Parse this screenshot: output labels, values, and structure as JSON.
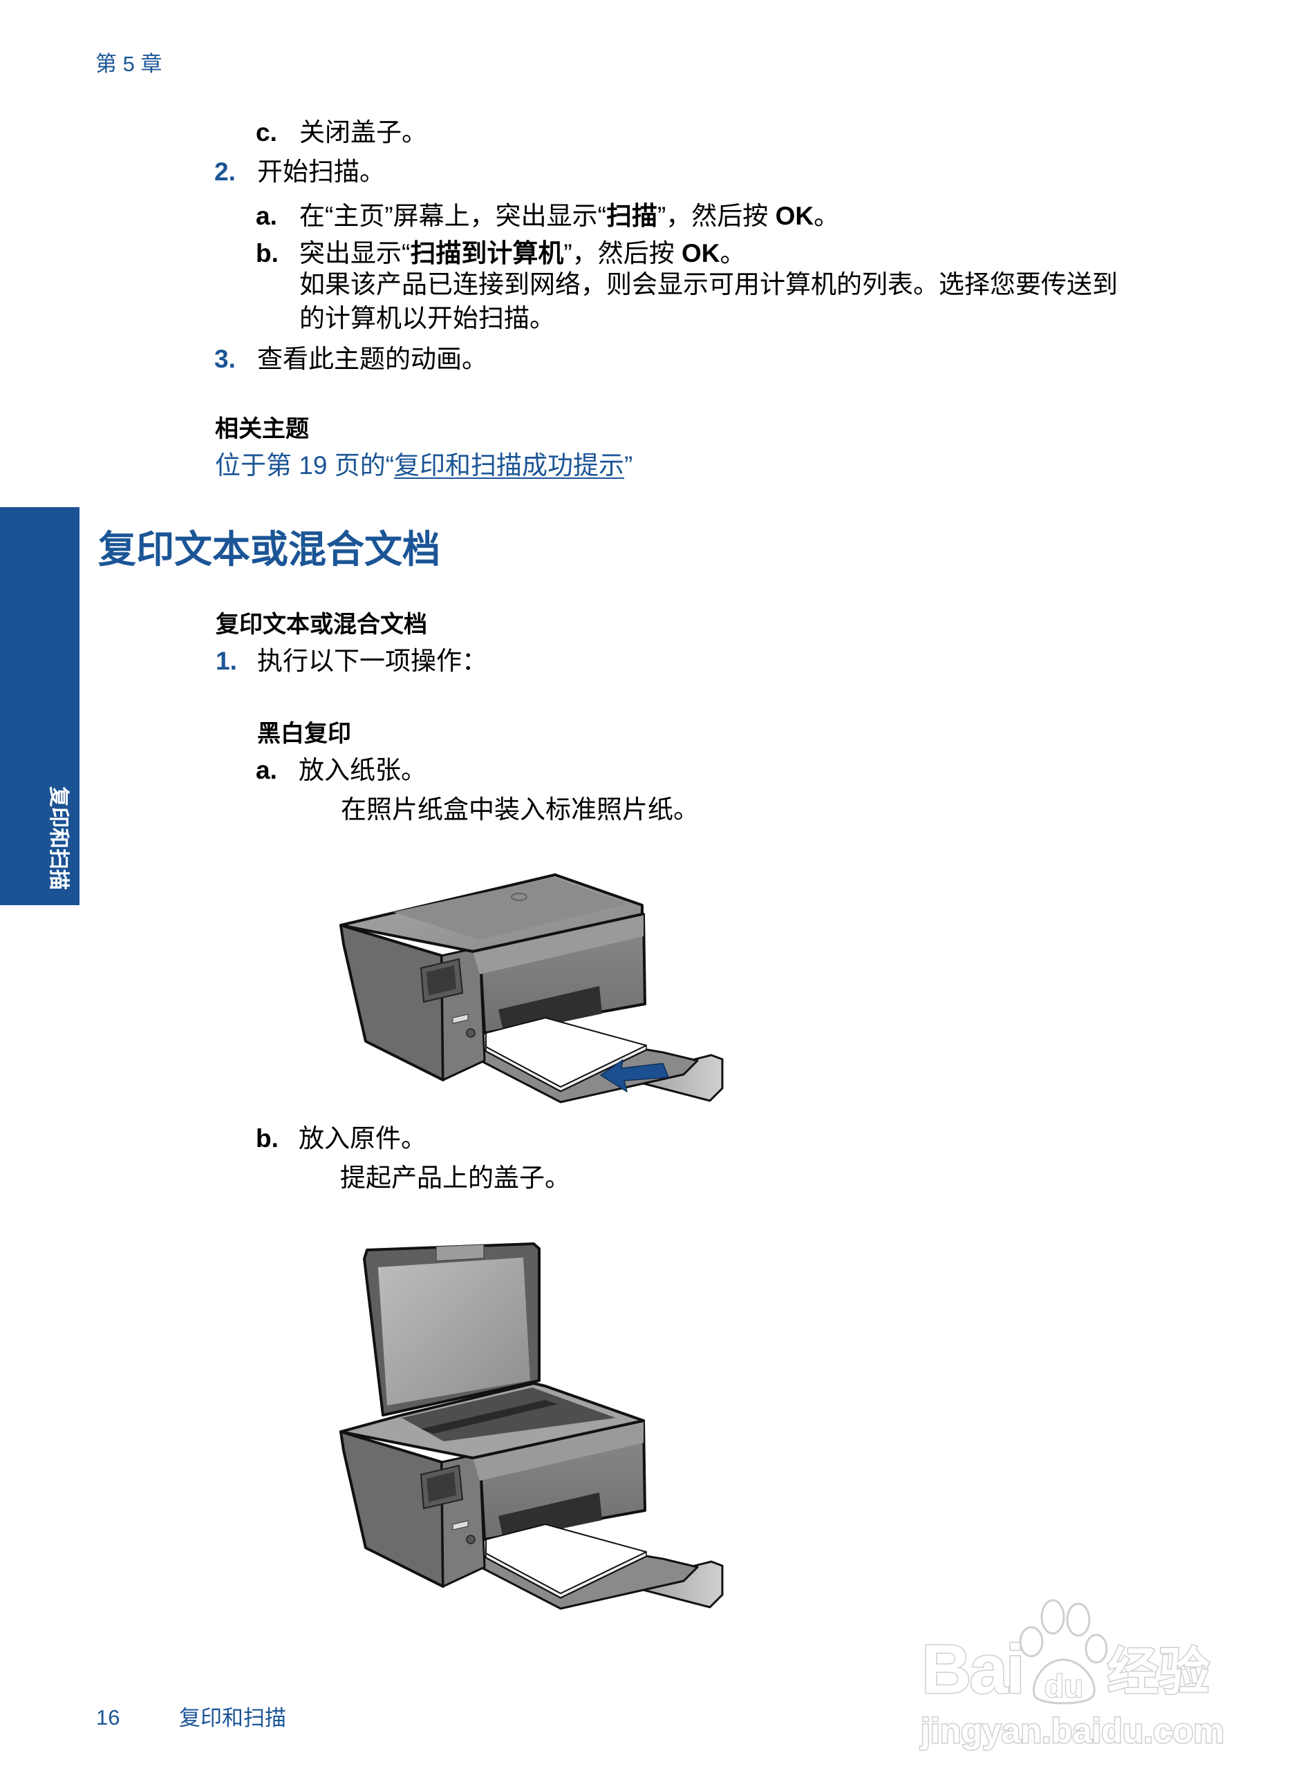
{
  "header": {
    "chapter": "第 5 章"
  },
  "section1": {
    "step_c": {
      "marker": "c.",
      "text": "关闭盖子。"
    },
    "step_2": {
      "marker": "2.",
      "text": "开始扫描。"
    },
    "step_2a": {
      "marker": "a.",
      "segments": [
        "在“主页”屏幕上，突出显示“",
        "扫描",
        "”，然后按 ",
        "OK",
        "。"
      ]
    },
    "step_2b": {
      "marker": "b.",
      "segments": [
        "突出显示“",
        "扫描到计算机",
        "”，然后按 ",
        "OK",
        "。"
      ],
      "note_line1": "如果该产品已连接到网络，则会显示可用计算机的列表。选择您要传送到",
      "note_line2": "的计算机以开始扫描。"
    },
    "step_3": {
      "marker": "3.",
      "text": "查看此主题的动画。"
    },
    "related": {
      "title": "相关主题",
      "prefix": "位于第 19 页的“",
      "link": "复印和扫描成功提示",
      "suffix": "”"
    }
  },
  "section2": {
    "heading": "复印文本或混合文档",
    "subheading": "复印文本或混合文档",
    "step_1": {
      "marker": "1.",
      "text": "执行以下一项操作："
    },
    "mode_title": "黑白复印",
    "step_a": {
      "marker": "a.",
      "text": "放入纸张。",
      "detail": "在照片纸盒中装入标准照片纸。"
    },
    "step_b": {
      "marker": "b.",
      "text": "放入原件。",
      "detail": "提起产品上的盖子。"
    },
    "figures": [
      "printer-load-paper-illustration",
      "printer-lid-open-illustration"
    ]
  },
  "sidebar_tab": {
    "label": "复印和扫描"
  },
  "footer": {
    "page_number": "16",
    "section": "复印和扫描"
  },
  "watermark": {
    "brand_left": "Bai",
    "brand_paw": "du",
    "brand_right": "经验",
    "url": "jingyan.baidu.com"
  },
  "colors": {
    "accent": "#1b5596",
    "sidebar": "#1a5293",
    "arrow": "#1c4f90",
    "text": "#000000"
  }
}
